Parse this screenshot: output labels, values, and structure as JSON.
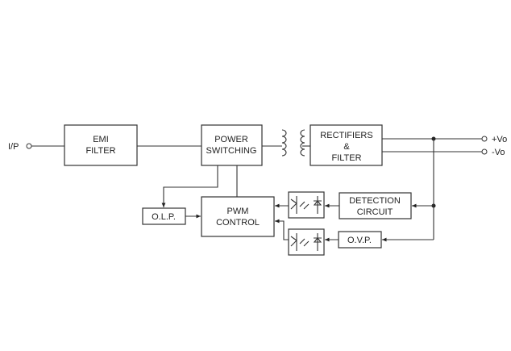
{
  "terminals": {
    "input": "I/P",
    "pos_out": "+Vo",
    "neg_out": "-Vo"
  },
  "blocks": {
    "emi": [
      "EMI",
      "FILTER"
    ],
    "power": [
      "POWER",
      "SWITCHING"
    ],
    "rect": [
      "RECTIFIERS",
      "&",
      "FILTER"
    ],
    "pwm": [
      "PWM",
      "CONTROL"
    ],
    "olp": "O.L.P.",
    "detect": [
      "DETECTION",
      "CIRCUIT"
    ],
    "ovp": "O.V.P."
  }
}
